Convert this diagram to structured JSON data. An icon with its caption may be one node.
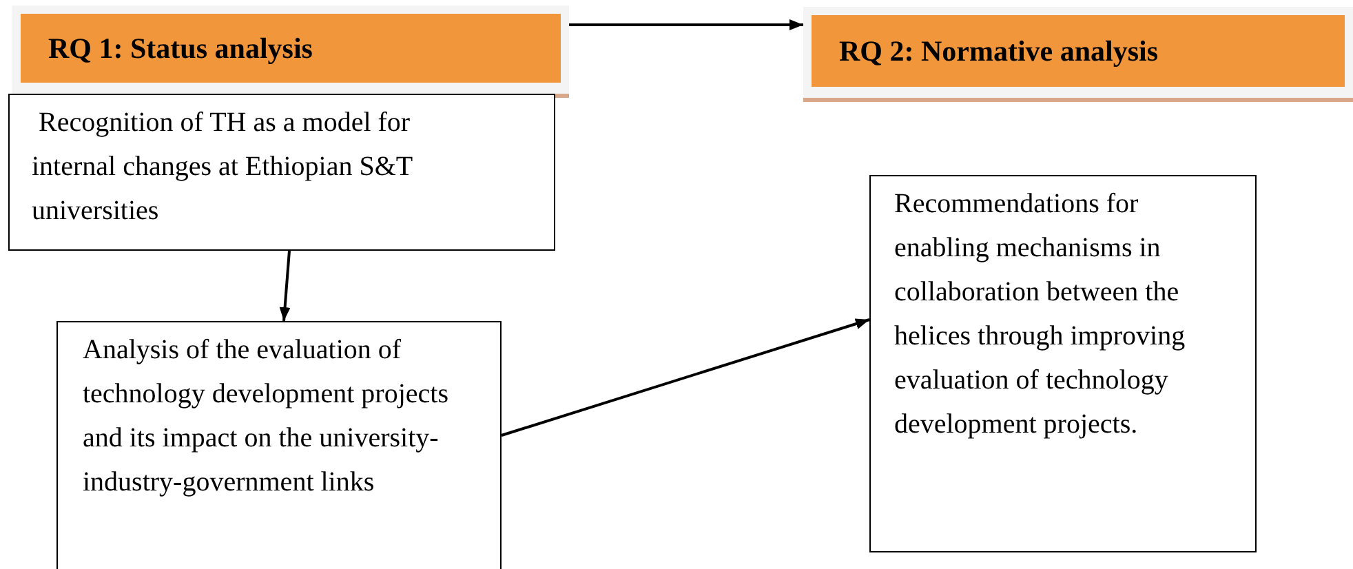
{
  "diagram": {
    "nodes": [
      {
        "text": [
          "RQ 1: Status analysis"
        ]
      },
      {
        "text": [
          "RQ 2: Normative analysis"
        ]
      },
      {
        "text": [
          " Recognition of TH as a model for internal changes at Ethiopian S&T universities"
        ]
      },
      {
        "text": [
          "Analysis of the evaluation of technology development projects and its impact on the university-industry-government links"
        ]
      },
      {
        "text": [
          "Recommendations for enabling mechanisms in collaboration between the helices through improving evaluation of technology development projects."
        ]
      }
    ],
    "edges": [
      {
        "from": 0,
        "to": 1,
        "arrow": "to"
      },
      {
        "from": 2,
        "to": 3,
        "arrow": "to"
      },
      {
        "from": 3,
        "to": 4,
        "arrow": "to"
      }
    ]
  }
}
